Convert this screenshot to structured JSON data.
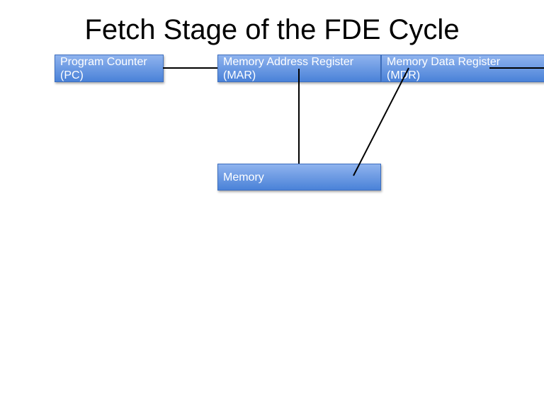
{
  "title": "Fetch Stage of the FDE Cycle",
  "boxes": {
    "pc": {
      "line1": "Program Counter",
      "line2": "(PC)"
    },
    "mar": {
      "line1": "Memory Address Register",
      "line2": "(MAR)"
    },
    "mdr": {
      "line1": "Memory Data Register",
      "line2": "(MDR)"
    },
    "memory": {
      "label": "Memory"
    }
  },
  "colors": {
    "box_fill_top": "#8fb3ee",
    "box_fill_bottom": "#4a82d8",
    "connector": "#000000"
  }
}
